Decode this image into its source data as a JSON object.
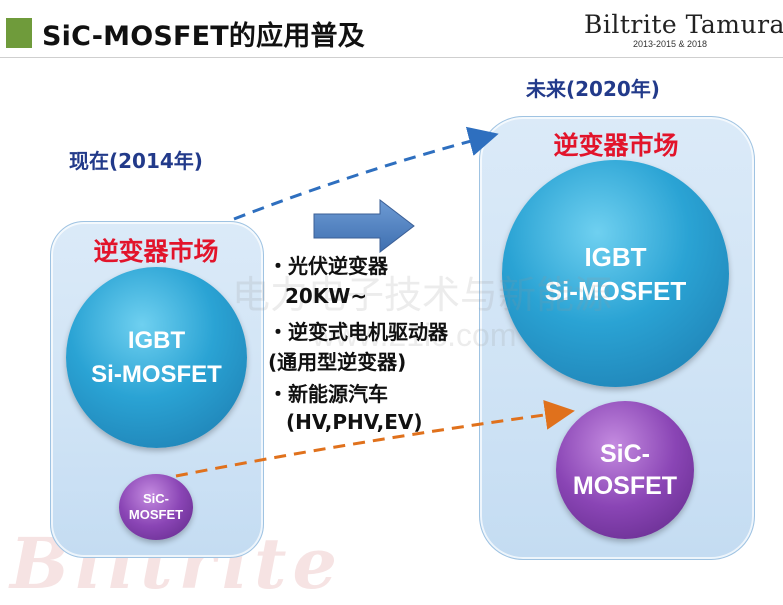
{
  "header": {
    "title": "SiC-MOSFET的应用普及",
    "brand": "Biltrite Tamura",
    "brand_years": "2013-2015 & 2018",
    "marker_color": "#6f9b3b"
  },
  "now": {
    "time_label": "现在(2014年)",
    "panel_title": "逆变器市场",
    "igbt_circle": {
      "line1": "IGBT",
      "line2": "Si-MOSFET"
    },
    "sic_circle": {
      "line1": "SiC-",
      "line2": "MOSFET"
    }
  },
  "future": {
    "time_label": "未来(2020年)",
    "panel_title": "逆变器市场",
    "igbt_circle": {
      "line1": "IGBT",
      "line2": "Si-MOSFET"
    },
    "sic_circle": {
      "line1": "SiC-",
      "line2": "MOSFET"
    }
  },
  "applications": {
    "lines": [
      "・光伏逆变器",
      "20KW~",
      "・逆变式电机驱动器",
      "(通用型逆变器)",
      "・新能源汽车",
      "(HV,PHV,EV)"
    ]
  },
  "watermark": {
    "text_cn": "电力电子技术与新能源",
    "text_url": "www.21ic.com"
  },
  "bottom_brand": "Biltrite",
  "colors": {
    "title_red": "#e2142b",
    "time_blue": "#223a8a",
    "arrow_blue": "#2e6fbf",
    "arrow_orange": "#e0711c",
    "panel_fill": "#cfe3f5"
  }
}
